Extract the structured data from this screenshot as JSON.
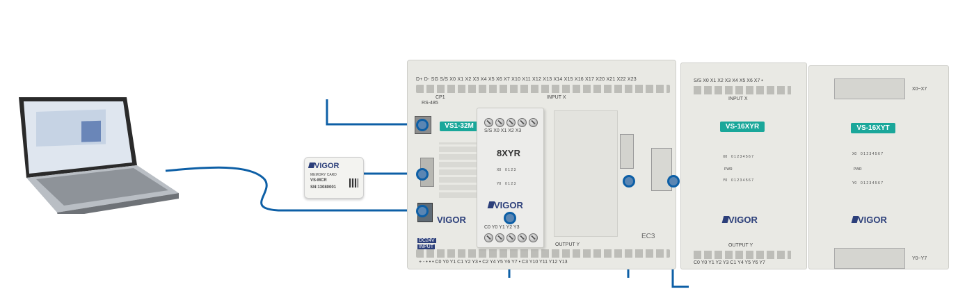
{
  "plc_main": {
    "top_terminals": "D+ D- SG S/S X0 X1 X2 X3 X4 X5 X6 X7 X10 X11 X12 X13 X14 X15 X16 X17 X20 X21 X22 X23",
    "cp1_label": "CP1",
    "rs485_label": "RS-485",
    "input_label": "INPUT X",
    "model_badge": "VS1-32M",
    "dc24v_label": "DC24V",
    "input_power_label": "INPUT",
    "output_label": "OUTPUT Y",
    "bottom_terminals": "+ - • • • C0 Y0 Y1 C1 Y2 Y3 • C2 Y4 Y5 Y6 Y7 • C3 Y10 Y11 Y12 Y13",
    "brand": "VIGOR",
    "side_code": "EC3"
  },
  "card_8xyr": {
    "title": "8XYR",
    "terminals": "S/S X0 X1 X2 X3",
    "out_terminals": "C0 Y0 Y1 Y2 Y3",
    "x_led_label": "X0",
    "y_led_label": "Y0",
    "led_nums_x": "0 1 2 3",
    "led_nums_y": "0 1 2 3",
    "brand": "VIGOR"
  },
  "module_16xyr": {
    "top_terminals": "S/S X0 X1 X2 X3 X4 X5 X6 X7 •",
    "input_label": "INPUT X",
    "badge": "VS-16XYR",
    "pwr_label": "PWR",
    "output_label": "OUTPUT Y",
    "bottom_terminals": "C0 Y0 Y1 Y2 Y3 C1 Y4 Y5 Y6 Y7",
    "brand": "VIGOR",
    "x_led_label": "X0",
    "y_led_label": "Y0",
    "led_nums": "0 1 2 3 4 5 6 7"
  },
  "module_16xyt": {
    "badge": "VS-16XYT",
    "top_conn_label": "X0~X7",
    "bottom_conn_label": "Y0~Y7",
    "pwr_label": "PWR",
    "brand": "VIGOR",
    "x_led_label": "X0",
    "y_led_label": "Y0",
    "led_nums": "0 1 2 3 4 5 6 7"
  },
  "memory_card": {
    "brand": "VIGOR",
    "line1": "MEMORY CARD",
    "model": "VS-MCR",
    "serial": "SN:13080001"
  },
  "colors": {
    "wire": "#0d5fa6",
    "plc_body": "#e9e9e4",
    "badge": "#1aa79a"
  }
}
